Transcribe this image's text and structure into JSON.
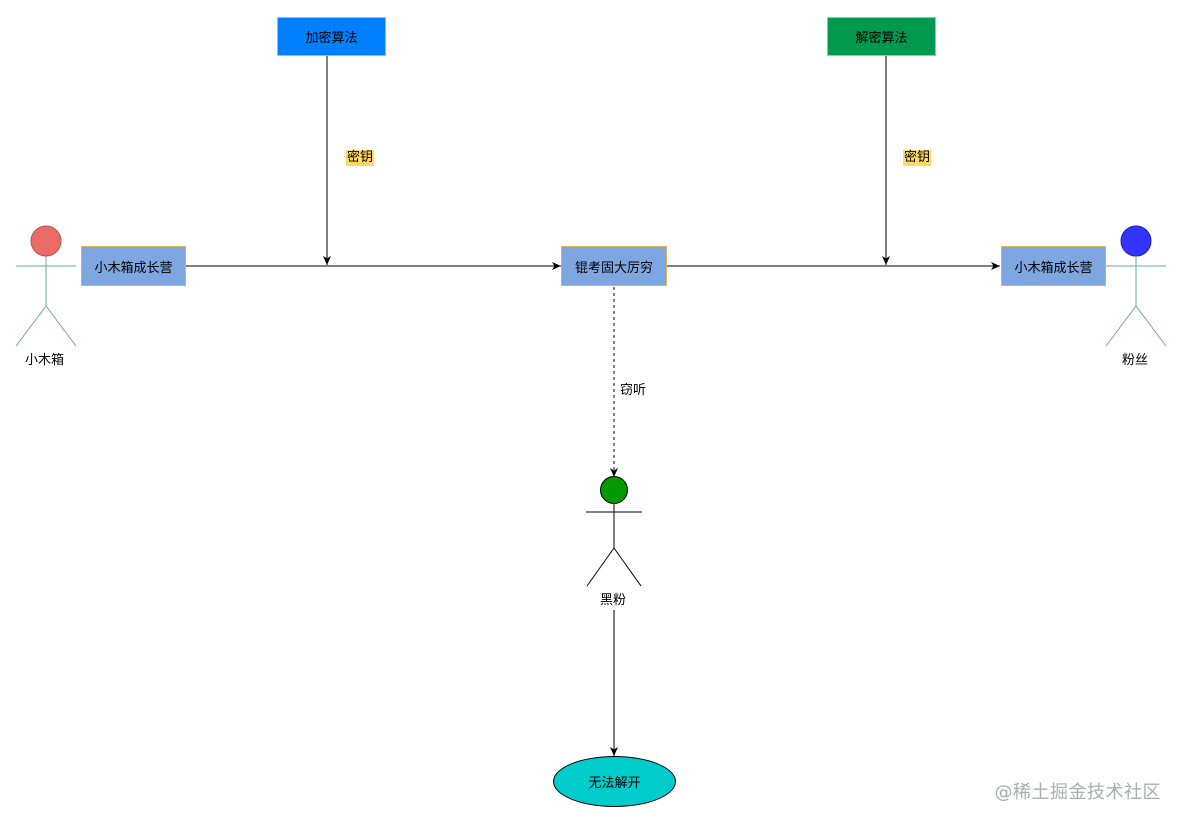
{
  "diagram": {
    "encrypt_algorithm": "加密算法",
    "decrypt_algorithm": "解密算法",
    "key_label_left": "密钥",
    "key_label_right": "密钥",
    "message_plain_left": "小木箱成长营",
    "message_cipher": "锟考固大厉穷",
    "message_plain_right": "小木箱成长营",
    "eavesdrop_label": "窃听",
    "outcome": "无法解开",
    "actors": {
      "sender": "小木箱",
      "receiver": "粉丝",
      "attacker": "黑粉"
    }
  },
  "colors": {
    "encrypt_box": "#0080ff",
    "decrypt_box": "#00994d",
    "message_box": "#7ea6e0",
    "key_highlight": "#ffd966",
    "sender_head": "#ea6b66",
    "receiver_head": "#3333ff",
    "attacker_head": "#009900",
    "outcome_fill": "#00cccc",
    "actor_line_teal": "#67ab9f"
  },
  "watermark": "@稀土掘金技术社区"
}
